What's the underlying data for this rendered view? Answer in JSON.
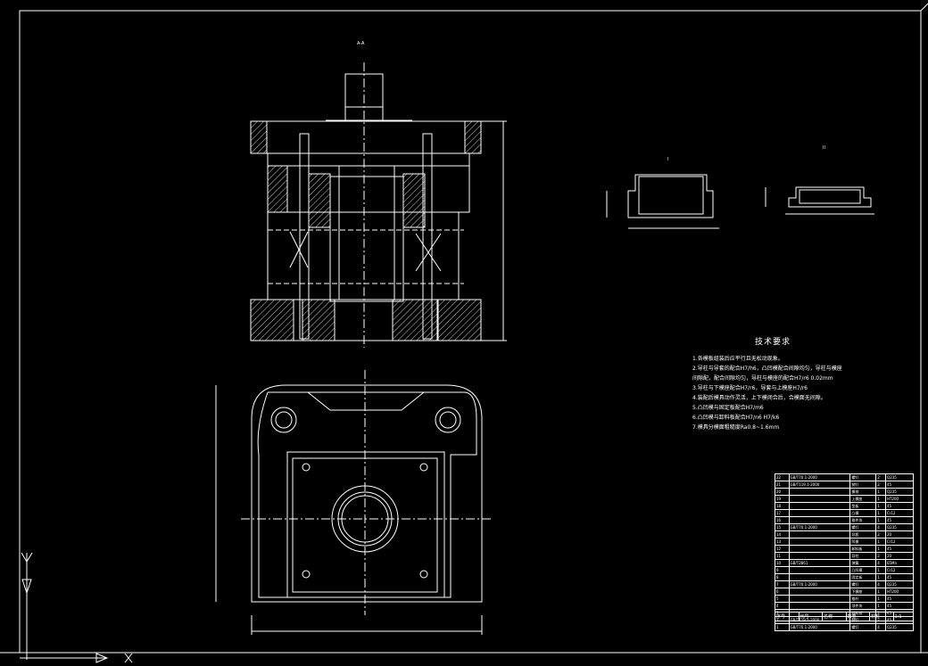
{
  "drawing": {
    "section_label": "A-A",
    "detail_labels": {
      "part_a": "I",
      "part_b": "II"
    },
    "tech_requirements": {
      "heading": "技术要求",
      "lines": [
        "1.各模板组装后应平行且无松动现象。",
        "2.导柱与导套的配合H7/h6，凸凹模配合间隙均匀，导柱与模座",
        "   间隙配，配合间隙均匀，导柱与模座的配合H7/r6 0.02mm",
        "3.导柱与下模座配合H7/r6，导套与上模座H7/r6",
        "4.装配后模具动作灵活，上下模闭合后，合模面无间隙。",
        "5.凸凹模与固定板配合H7/m6",
        "6.凸凹模与卸料板配合H7/n6 H7/k6",
        "7.模具分模面粗糙度Ra0.8~1.6mm"
      ]
    },
    "bom_rows": [
      [
        "22",
        "GB/T70.1-2000",
        "螺钉",
        "2",
        "Q235"
      ],
      [
        "21",
        "GB/T119.1-2000",
        "销钉",
        "2",
        "45"
      ],
      [
        "20",
        "",
        "模柄",
        "1",
        "Q235"
      ],
      [
        "19",
        "",
        "上模座",
        "1",
        "HT200"
      ],
      [
        "18",
        "",
        "垫板",
        "1",
        "45"
      ],
      [
        "17",
        "",
        "凸模",
        "1",
        "Cr12"
      ],
      [
        "16",
        "",
        "推件块",
        "1",
        "45"
      ],
      [
        "15",
        "GB/T70.1-2000",
        "螺钉",
        "4",
        "Q235"
      ],
      [
        "14",
        "",
        "导套",
        "2",
        "20"
      ],
      [
        "13",
        "",
        "凹模",
        "1",
        "Cr12"
      ],
      [
        "12",
        "",
        "卸料板",
        "1",
        "45"
      ],
      [
        "11",
        "",
        "导柱",
        "2",
        "20"
      ],
      [
        "10",
        "GB/T2861",
        "弹簧",
        "4",
        "65Mn"
      ],
      [
        "9",
        "",
        "凸凹模",
        "1",
        "Cr12"
      ],
      [
        "8",
        "",
        "固定板",
        "1",
        "45"
      ],
      [
        "7",
        "GB/T70.1-2000",
        "螺钉",
        "4",
        "Q235"
      ],
      [
        "6",
        "",
        "下模座",
        "1",
        "HT200"
      ],
      [
        "5",
        "",
        "推杆",
        "1",
        "45"
      ],
      [
        "4",
        "",
        "顶件块",
        "1",
        "45"
      ],
      [
        "3",
        "",
        "挡料销",
        "2",
        "45"
      ],
      [
        "2",
        "GB/T119.1-2000",
        "销钉",
        "2",
        "45"
      ],
      [
        "1",
        "GB/T70.1-2000",
        "螺钉",
        "4",
        "Q235"
      ]
    ],
    "titleblock": {
      "col1": "序号",
      "col2": "代号",
      "col3": "名称",
      "col4": "数量",
      "col5": "材料",
      "scale": "1:1"
    }
  }
}
